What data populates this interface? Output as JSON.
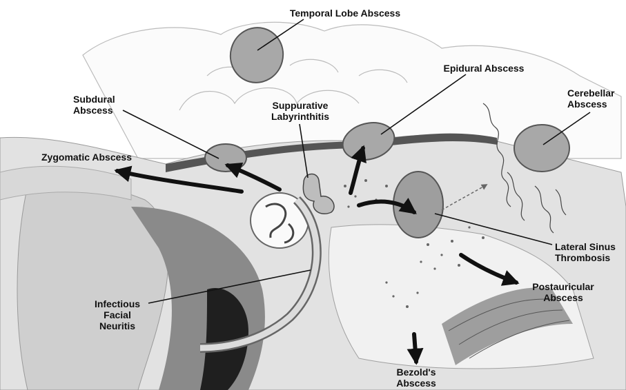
{
  "labels": {
    "temporal_lobe_abscess": "Temporal Lobe Abscess",
    "epidural_abscess": "Epidural Abscess",
    "cerebellar_abscess": "Cerebellar\nAbscess",
    "subdural_abscess": "Subdural\nAbscess",
    "suppurative_labyrinthitis": "Suppurative\nLabyrinthitis",
    "zygomatic_abscess": "Zygomatic Abscess",
    "lateral_sinus_thrombosis": "Lateral Sinus\nThrombosis",
    "postauricular_abscess": "Postauricular\nAbscess",
    "infectious_facial_neuritis": "Infectious\nFacial\nNeuritis",
    "bezolds_abscess": "Bezold's\nAbscess"
  },
  "colors": {
    "ink": "#111111",
    "bone": "#e4e4e4",
    "soft_tissue": "#bdbdbd",
    "dark_tissue": "#777777",
    "cavity": "#f6f6f6",
    "abscess_fill": "#b0b0b0",
    "abscess_rim": "#555555"
  }
}
